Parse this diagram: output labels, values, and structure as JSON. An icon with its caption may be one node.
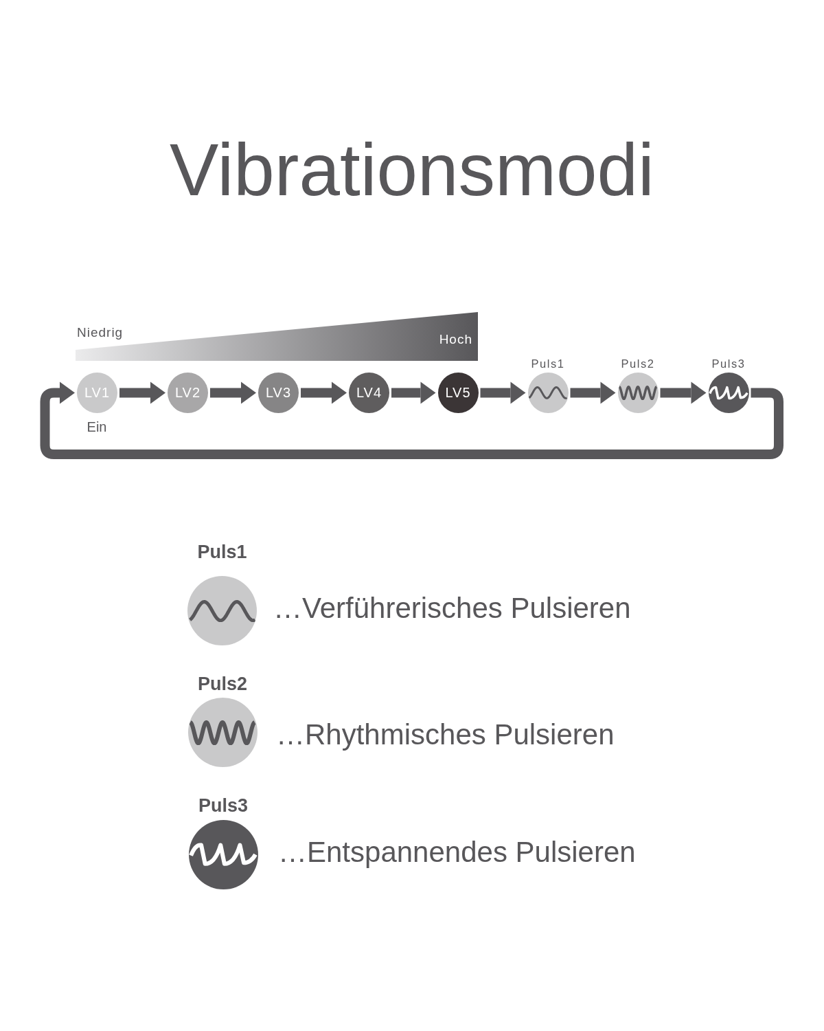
{
  "diagram": {
    "title": "Vibrationsmodi",
    "nodes": [
      {
        "text": [
          "LV1"
        ],
        "beside": [
          "Ein"
        ]
      },
      {
        "text": [
          "LV2"
        ]
      },
      {
        "text": [
          "LV3"
        ]
      },
      {
        "text": [
          "LV4"
        ]
      },
      {
        "text": [
          "LV5"
        ]
      },
      {
        "text": [
          "Puls1"
        ]
      },
      {
        "text": [
          "Puls2"
        ]
      },
      {
        "text": [
          "Puls3"
        ]
      },
      {
        "text": [
          "Puls1"
        ],
        "beside": [
          "…Verführerisches Pulsieren"
        ]
      },
      {
        "text": [
          "Puls2"
        ],
        "beside": [
          "…Rhythmisches Pulsieren"
        ]
      },
      {
        "text": [
          "Puls3"
        ],
        "beside": [
          "…Entspannendes Pulsieren"
        ]
      }
    ],
    "edges": [
      {
        "from": 0,
        "to": 1,
        "arrow": "to"
      },
      {
        "from": 1,
        "to": 2,
        "arrow": "to"
      },
      {
        "from": 2,
        "to": 3,
        "arrow": "to"
      },
      {
        "from": 3,
        "to": 4,
        "arrow": "to"
      },
      {
        "from": 4,
        "to": 5,
        "arrow": "to"
      },
      {
        "from": 5,
        "to": 6,
        "arrow": "to"
      },
      {
        "from": 6,
        "to": 7,
        "arrow": "to"
      },
      {
        "from": 7,
        "to": 0,
        "arrow": "to"
      }
    ],
    "labels": [
      "Niedrig",
      "Hoch"
    ]
  }
}
